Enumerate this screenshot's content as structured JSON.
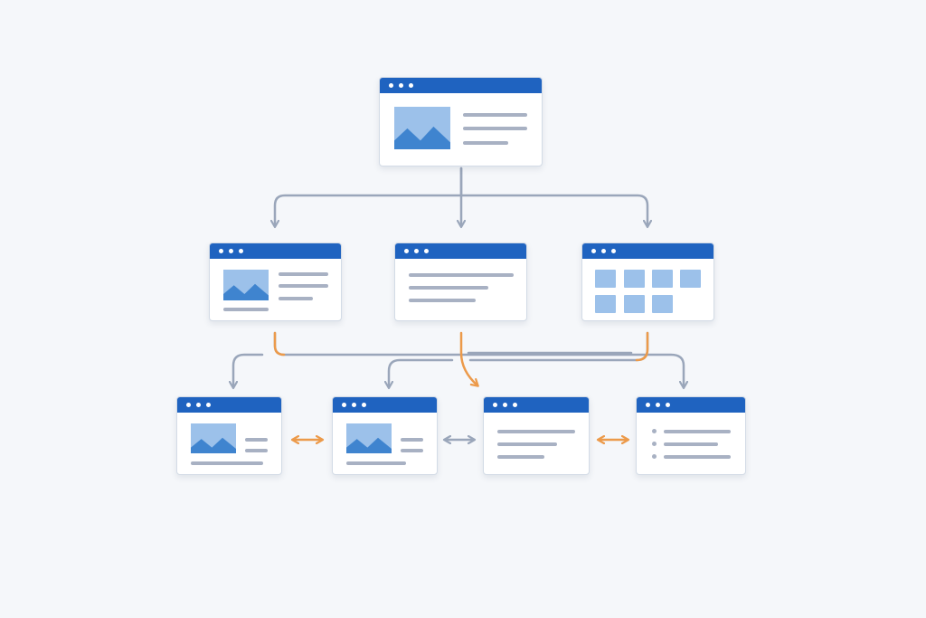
{
  "colors": {
    "background": "#f5f7fa",
    "titlebar": "#1f63c0",
    "image_placeholder": "#9cc1ea",
    "mountain": "#3f84cf",
    "text_line": "#a8b1c3",
    "connector_gray": "#9aa6ba",
    "connector_orange": "#ec9a4a"
  },
  "screens": [
    {
      "id": "home",
      "level": "top",
      "layout": "image-with-text"
    },
    {
      "id": "gallery-page",
      "level": "middle",
      "layout": "image-with-text-caption"
    },
    {
      "id": "article-page",
      "level": "middle",
      "layout": "text"
    },
    {
      "id": "grid-page",
      "level": "middle",
      "layout": "tile-grid"
    },
    {
      "id": "detail-page-a",
      "level": "bottom",
      "layout": "image-with-text-caption"
    },
    {
      "id": "detail-page-b",
      "level": "bottom",
      "layout": "image-with-text-caption"
    },
    {
      "id": "detail-page-c",
      "level": "bottom",
      "layout": "text"
    },
    {
      "id": "detail-page-d",
      "level": "bottom",
      "layout": "bullet-list"
    }
  ],
  "links": [
    {
      "from": "home",
      "to": "gallery-page",
      "style": "gray"
    },
    {
      "from": "home",
      "to": "article-page",
      "style": "gray"
    },
    {
      "from": "home",
      "to": "grid-page",
      "style": "gray"
    },
    {
      "from": "gallery-page",
      "to": "detail-page-a",
      "style": "gray"
    },
    {
      "from": "gallery-page",
      "to": "detail-page-d",
      "style": "orange-gray"
    },
    {
      "from": "article-page",
      "to": "detail-page-b",
      "style": "gray"
    },
    {
      "from": "article-page",
      "to": "detail-page-c",
      "style": "orange"
    },
    {
      "from": "grid-page",
      "to": "detail-page-b",
      "style": "orange-gray"
    },
    {
      "from": "detail-page-a",
      "to": "detail-page-b",
      "style": "orange",
      "bidirectional": true
    },
    {
      "from": "detail-page-b",
      "to": "detail-page-c",
      "style": "gray",
      "bidirectional": true
    },
    {
      "from": "detail-page-c",
      "to": "detail-page-d",
      "style": "orange",
      "bidirectional": true
    }
  ]
}
